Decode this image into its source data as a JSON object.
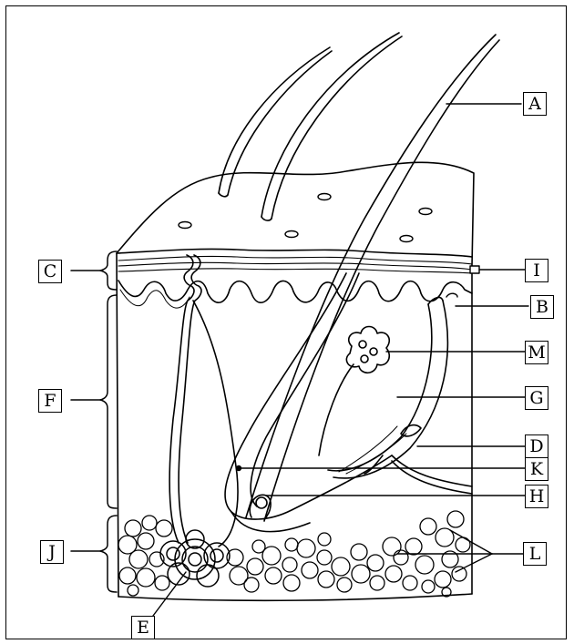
{
  "labels": {
    "A": "A",
    "B": "B",
    "C": "C",
    "D": "D",
    "E": "E",
    "F": "F",
    "G": "G",
    "H": "H",
    "I": "I",
    "J": "J",
    "K": "K",
    "L": "L",
    "M": "M"
  }
}
